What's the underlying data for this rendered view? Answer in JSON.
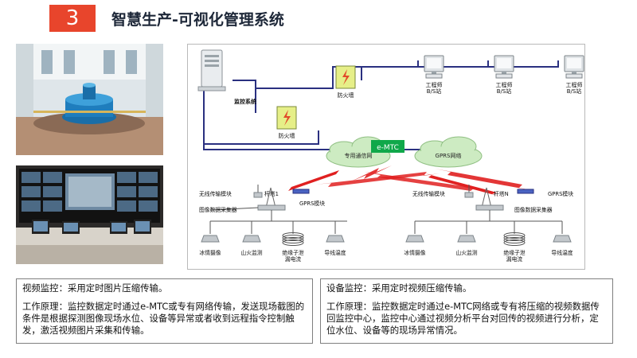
{
  "header": {
    "number": "3",
    "title": "智慧生产-可视化管理系统"
  },
  "diagram": {
    "monitor_system": "监控系统",
    "firewall_1": "防火墙",
    "firewall_2": "防火墙",
    "engineer_station_1": "工程师\nB/S站",
    "engineer_station_2": "工程师\nB/S站",
    "engineer_station_3": "工程师\nB/S站",
    "private_network": "专用通信网",
    "emtc_badge": "e-MTC",
    "gprs_network": "GPRS网络",
    "left_site": {
      "wireless_module": "无线传输模块",
      "tower": "杆塔1",
      "gprs_module": "GPRS模块",
      "collector": "图像数据采集器",
      "devices": [
        "冰情摄像",
        "山火监测",
        "绝缘子泄\n漏电流",
        "导线温度"
      ]
    },
    "right_site": {
      "wireless_module": "无线传输模块",
      "tower": "杆塔N",
      "gprs_module": "GPRS模块",
      "collector": "图像数据采集器",
      "devices": [
        "冰情摄像",
        "山火监测",
        "绝缘子泄\n漏电流",
        "导线温度"
      ]
    }
  },
  "video_box": {
    "heading": "视频监控：采用定时图片压缩传输。",
    "body": "工作原理：监控数据定时通过e-MTC或专有网络传输，发送现场截图的条件是根据探测图像现场水位、设备等异常或者收到远程指令控制触发，激活视频图片采集和传输。"
  },
  "equipment_box": {
    "heading": "设备监控：采用定时视频压缩传输。",
    "body": "工作原理：监控数据定时通过e-MTC网络或专有将压缩的视频数据传回监控中心，监控中心通过视频分析平台对回传的视频进行分析，定位水位、设备等的现场异常情况。"
  },
  "colors": {
    "accent": "#e8452c",
    "title": "#1d2738",
    "link_line": "#2a3080",
    "wireless": "#e02020",
    "cloud": "#cdebc2",
    "emtc": "#10a84a"
  }
}
